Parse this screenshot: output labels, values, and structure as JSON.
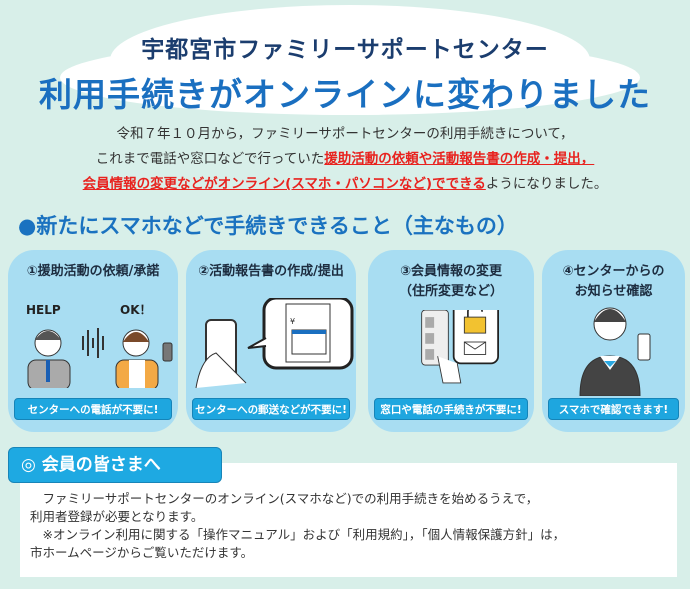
{
  "header": {
    "line1": "宇都宮市ファミリーサポートセンター",
    "line2": "利用手続きがオンラインに変わりました"
  },
  "intro": {
    "line1": "令和７年１０月から，ファミリーサポートセンターの利用手続きについて，",
    "line2_plain": "これまで電話や窓口などで行っていた",
    "line2_red": "援助活動の依頼や活動報告書の作成・提出，",
    "line3_red": "会員情報の変更などがオンライン(スマホ・パソコンなど)でできる",
    "line3_plain": "ようになりました。"
  },
  "section": {
    "heading": "●新たにスマホなどで手続きできること（主なもの）"
  },
  "cards": [
    {
      "title": "①援助活動の依頼/承諾",
      "help": "HELP",
      "ok": "OK！",
      "ribbon": "センターへの電話が不要に!"
    },
    {
      "title": "②活動報告書の作成/提出",
      "yen": "¥",
      "ribbon": "センターへの郵送などが不要に!"
    },
    {
      "title": "③会員情報の変更",
      "title2": "（住所変更など）",
      "ribbon": "窓口や電話の手続きが不要に!"
    },
    {
      "title": "④センターからの",
      "title2": "お知らせ確認",
      "ribbon": "スマホで確認できます!"
    }
  ],
  "members": {
    "tab": "◎ 会員の皆さまへ",
    "lines": [
      "　ファミリーサポートセンターのオンライン(スマホなど)での利用手続きを始めるうえで，",
      "利用者登録が必要となります。",
      "　※オンライン利用に関する「操作マニュアル」および「利用規約」，「個人情報保護方針」は，",
      "市ホームページからご覧いただけます。"
    ]
  },
  "colors": {
    "background": "#d8efe9",
    "title_navy": "#1b3d6e",
    "title_blue": "#1a6fc0",
    "highlight_red": "#e8231f",
    "card": "#a8ddf2",
    "ribbon": "#1ea6df"
  }
}
